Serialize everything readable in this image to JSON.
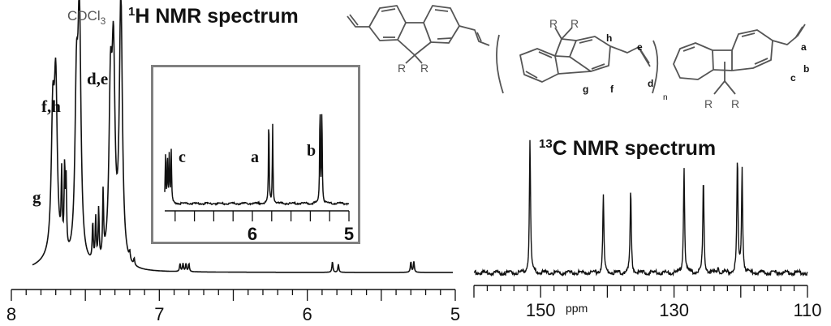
{
  "chart_data": [
    {
      "type": "line",
      "title": "1H NMR spectrum",
      "title_superscript": "1",
      "title_main": "H NMR spectrum",
      "xlabel": "",
      "ylabel": "",
      "xlim": [
        8,
        5
      ],
      "x_ticks": [
        "8",
        "7",
        "6",
        "5"
      ],
      "minor_tick_step": 0.1,
      "major_tick_step": 0.5,
      "grid": false,
      "solvent_label": "CDCl",
      "solvent_subscript": "3",
      "peaks": [
        {
          "label": "g",
          "ppm": [
            7.72,
            7.7
          ],
          "rel_height": [
            0.49,
            0.61
          ]
        },
        {
          "label": "f,h",
          "ppm": [
            7.56,
            7.54
          ],
          "rel_height": [
            0.59,
            0.88
          ]
        },
        {
          "label": "d,e",
          "ppm": [
            7.33,
            7.31
          ],
          "rel_height": [
            0.6,
            0.71
          ]
        },
        {
          "label": "CDCl3",
          "ppm": [
            7.26
          ],
          "rel_height": [
            1.0
          ]
        },
        {
          "label": "c",
          "ppm": [
            6.86,
            6.84,
            6.82,
            6.8
          ],
          "rel_height": [
            0.03,
            0.03,
            0.03,
            0.03
          ]
        },
        {
          "label": "a",
          "ppm": [
            5.83,
            5.79
          ],
          "rel_height": [
            0.04,
            0.03
          ]
        },
        {
          "label": "b",
          "ppm": [
            5.3,
            5.28
          ],
          "rel_height": [
            0.04,
            0.04
          ]
        }
      ],
      "inset": {
        "xlim": [
          6.95,
          5.0
        ],
        "x_ticks": [
          "6",
          "5"
        ],
        "peaks": [
          {
            "label": "c",
            "ppm": [
              6.9,
              6.88,
              6.86,
              6.84
            ],
            "rel_height": [
              0.55,
              0.57,
              0.58,
              0.59
            ]
          },
          {
            "label": "a",
            "ppm": [
              5.83,
              5.79
            ],
            "rel_height": [
              1.02,
              0.9
            ]
          },
          {
            "label": "b",
            "ppm": [
              5.3,
              5.28
            ],
            "rel_height": [
              1.14,
              1.1
            ]
          }
        ]
      }
    },
    {
      "type": "line",
      "title": "13C NMR spectrum",
      "title_superscript": "13",
      "title_main": "C NMR spectrum",
      "xlabel": "ppm",
      "ylabel": "",
      "xlim": [
        160,
        110
      ],
      "x_ticks": [
        "150",
        "130",
        "110"
      ],
      "major_tick_step": 10,
      "minor_tick_step": 2,
      "grid": false,
      "peaks": [
        {
          "ppm": 151.6,
          "rel_height": 1.0
        },
        {
          "ppm": 140.6,
          "rel_height": 0.58
        },
        {
          "ppm": 136.5,
          "rel_height": 0.63
        },
        {
          "ppm": 128.5,
          "rel_height": 0.81
        },
        {
          "ppm": 125.6,
          "rel_height": 0.71
        },
        {
          "ppm": 123.4,
          "rel_height": 0.05
        },
        {
          "ppm": 120.5,
          "rel_height": 0.86
        },
        {
          "ppm": 119.8,
          "rel_height": 0.79
        }
      ]
    }
  ],
  "structure": {
    "substituent": "R",
    "repeat_subscript": "n",
    "proton_labels": [
      "a",
      "b",
      "c",
      "d",
      "e",
      "f",
      "g",
      "h"
    ]
  },
  "colors": {
    "trace": "#111111",
    "inset_border": "#808080",
    "structure": "#555555"
  }
}
